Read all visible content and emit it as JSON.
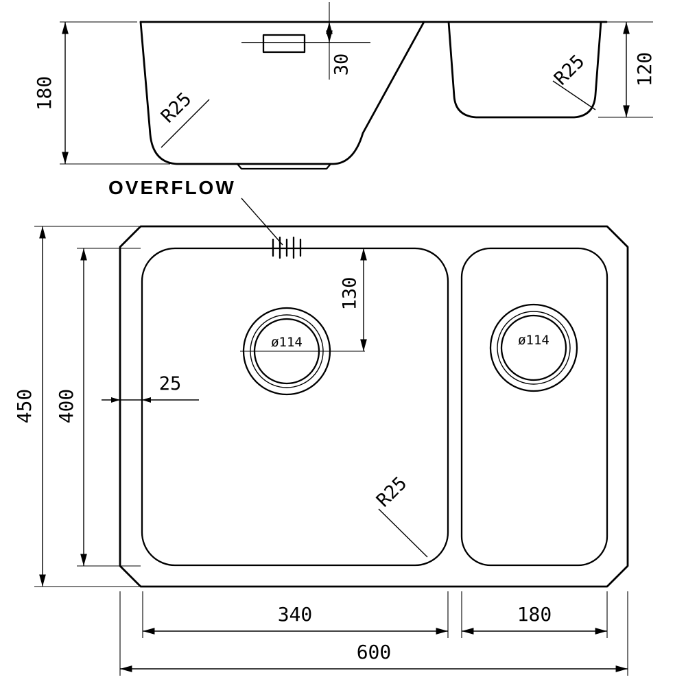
{
  "colors": {
    "line": "#000000",
    "background": "#ffffff"
  },
  "side_view": {
    "main_bowl_depth": "180",
    "waste_height": "30",
    "main_bowl_radius": "R25",
    "small_bowl_radius": "R25",
    "small_bowl_depth": "120"
  },
  "plan_view": {
    "overflow_label": "OVERFLOW",
    "main_drain_offset": "130",
    "main_drain_diameter": "ø114",
    "small_drain_diameter": "ø114",
    "rim_inset": "25",
    "bowl_corner_radius": "R25",
    "overall_depth": "450",
    "bowl_depth": "400",
    "main_bowl_width": "340",
    "small_bowl_width": "180",
    "overall_width": "600"
  }
}
